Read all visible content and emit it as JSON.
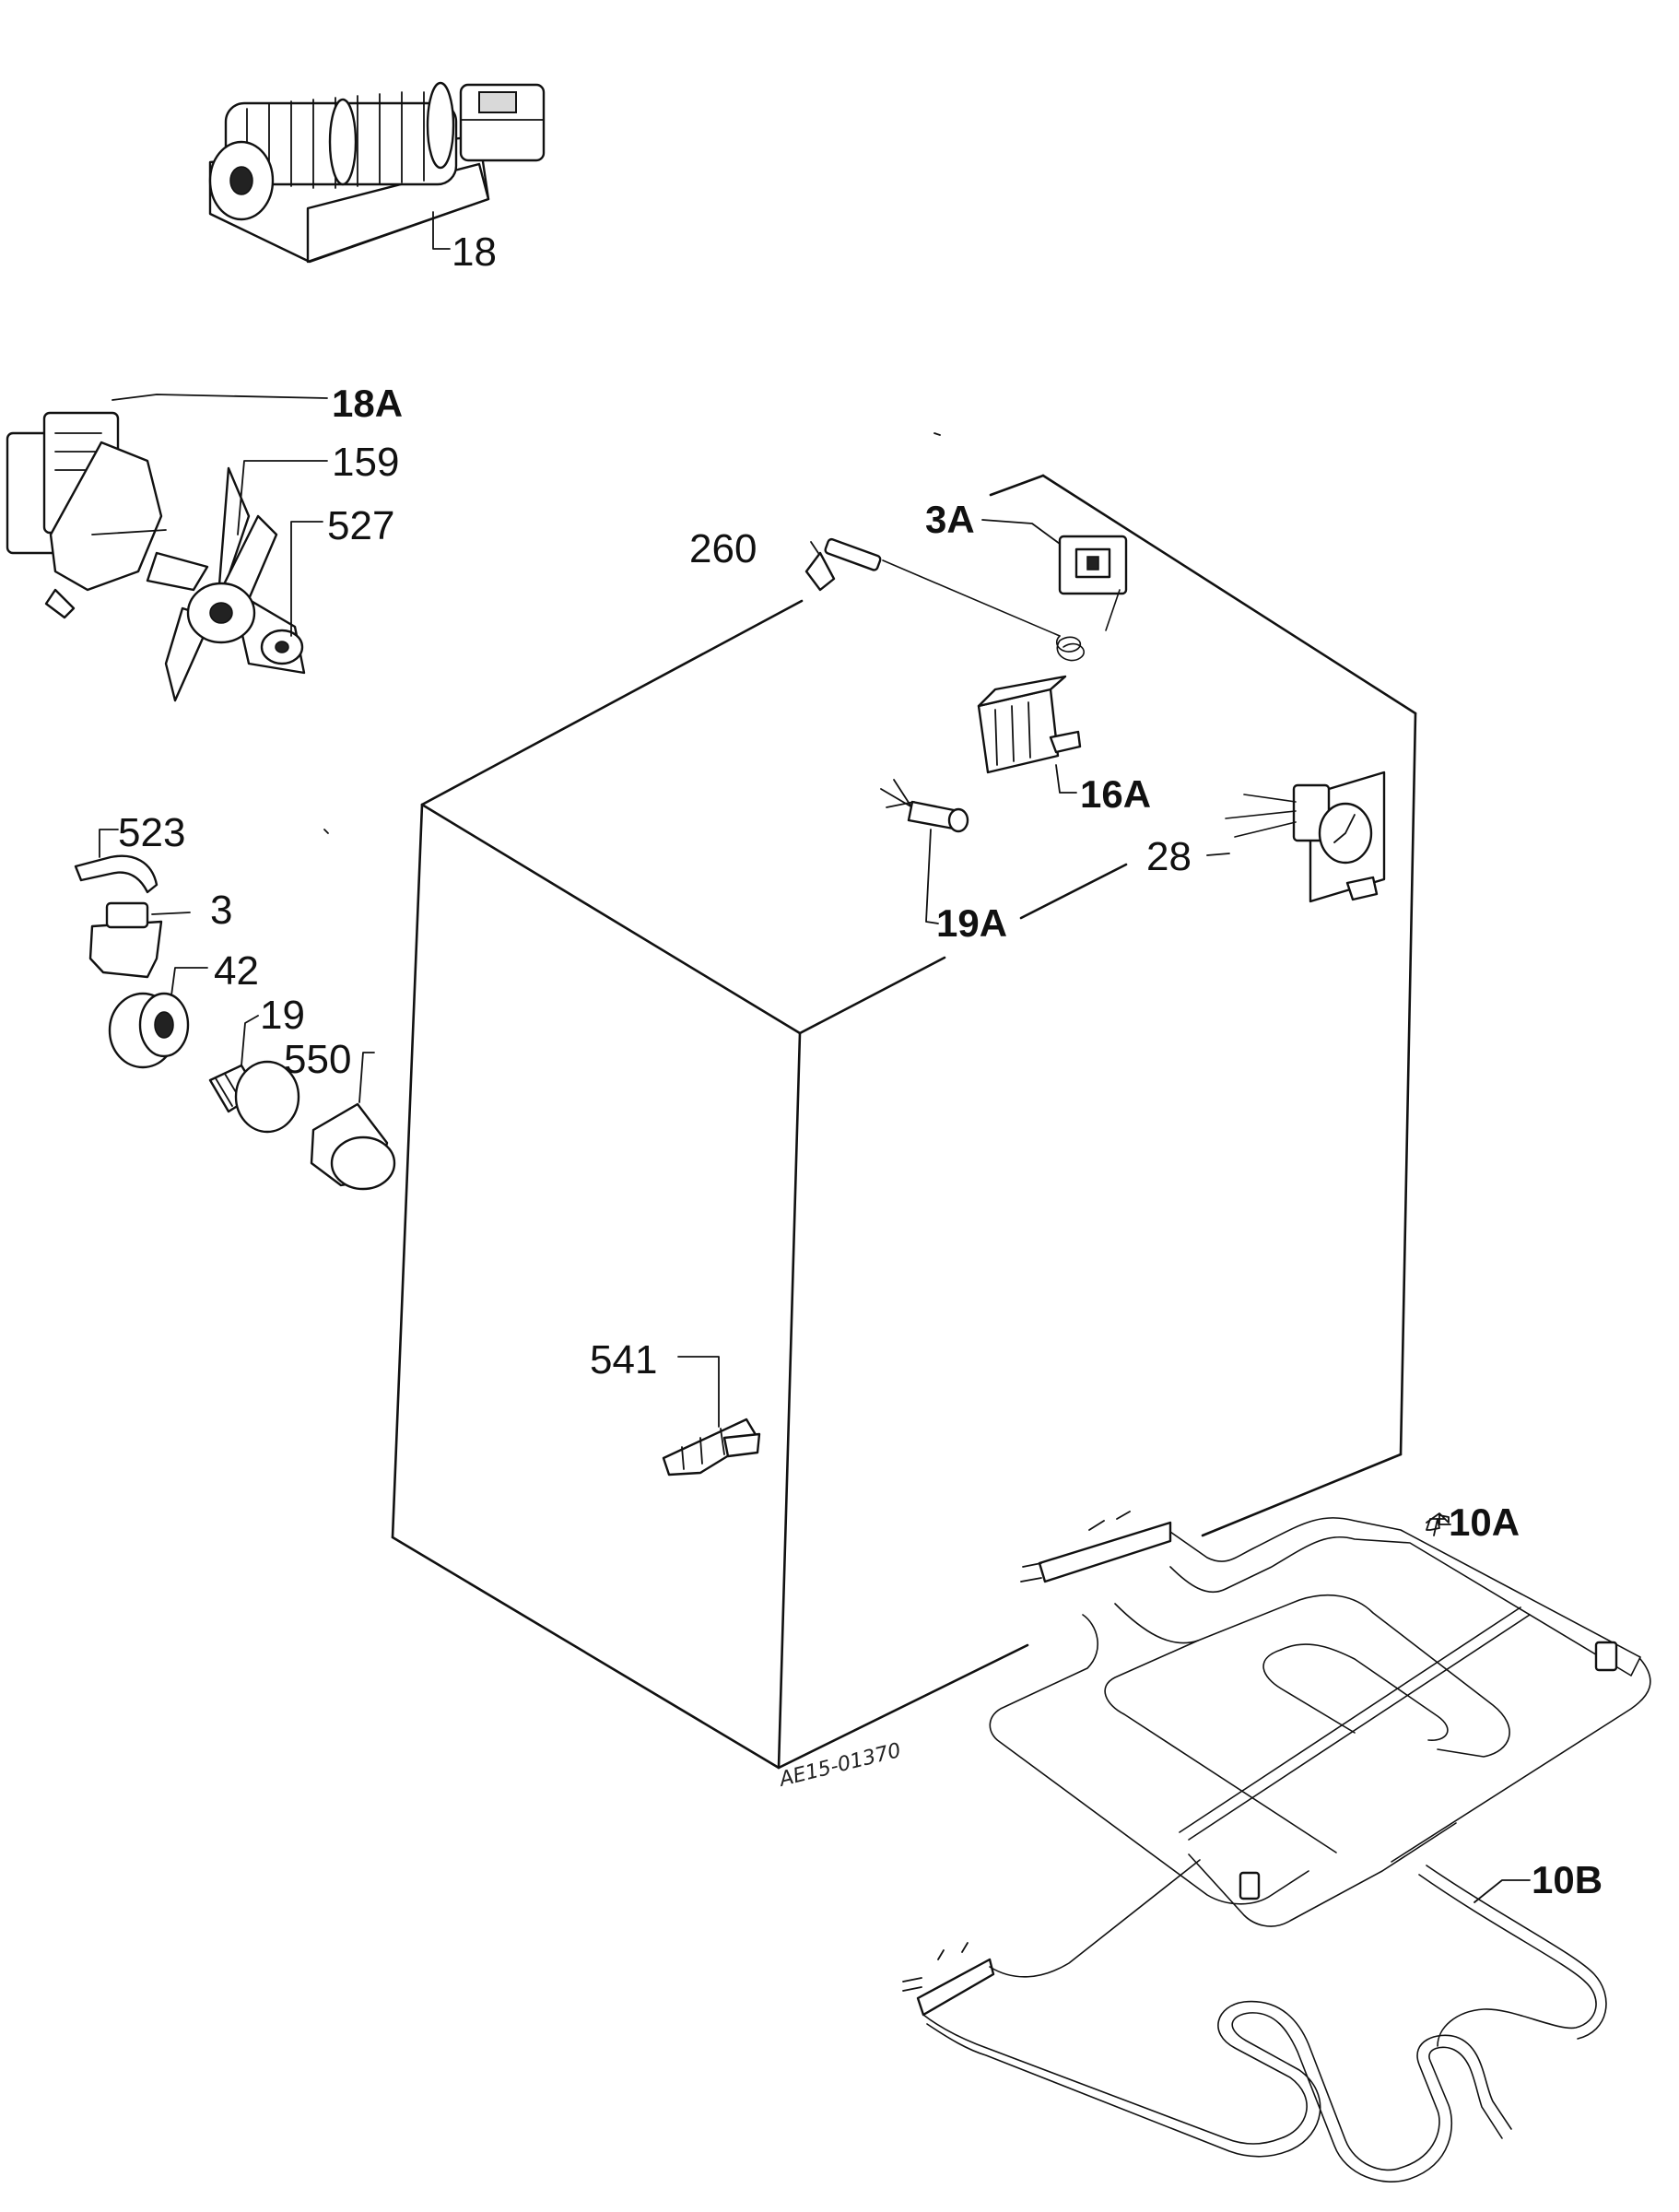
{
  "diagram": {
    "drawing_code": "AE15-01370",
    "callouts": [
      {
        "id": "18",
        "text": "18"
      },
      {
        "id": "18A",
        "text": "18A"
      },
      {
        "id": "159",
        "text": "159"
      },
      {
        "id": "527",
        "text": "527"
      },
      {
        "id": "523",
        "text": "523"
      },
      {
        "id": "3",
        "text": "3"
      },
      {
        "id": "42",
        "text": "42"
      },
      {
        "id": "19",
        "text": "19"
      },
      {
        "id": "550",
        "text": "550"
      },
      {
        "id": "260",
        "text": "260"
      },
      {
        "id": "3A",
        "text": "3A"
      },
      {
        "id": "16A",
        "text": "16A"
      },
      {
        "id": "19A",
        "text": "19A"
      },
      {
        "id": "28",
        "text": "28"
      },
      {
        "id": "541",
        "text": "541"
      },
      {
        "id": "10A",
        "text": "10A"
      },
      {
        "id": "10B",
        "text": "10B"
      }
    ]
  }
}
